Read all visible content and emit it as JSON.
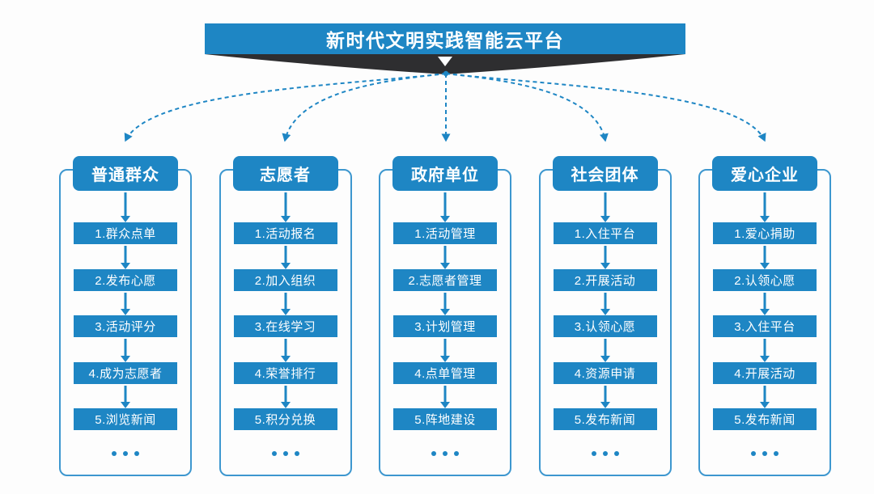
{
  "title_banner": {
    "label": "新时代文明实践智能云平台"
  },
  "columns": [
    {
      "header": "普通群众",
      "items": [
        "1.群众点单",
        "2.发布心愿",
        "3.活动评分",
        "4.成为志愿者",
        "5.浏览新闻"
      ]
    },
    {
      "header": "志愿者",
      "items": [
        "1.活动报名",
        "2.加入组织",
        "3.在线学习",
        "4.荣誉排行",
        "5.积分兑换"
      ]
    },
    {
      "header": "政府单位",
      "items": [
        "1.活动管理",
        "2.志愿者管理",
        "3.计划管理",
        "4.点单管理",
        "5.阵地建设"
      ]
    },
    {
      "header": "社会团体",
      "items": [
        "1.入住平台",
        "2.开展活动",
        "3.认领心愿",
        "4.资源申请",
        "5.发布新闻"
      ]
    },
    {
      "header": "爱心企业",
      "items": [
        "1.爱心捐助",
        "2.认领心愿",
        "3.入住平台",
        "4.开展活动",
        "5.发布新闻"
      ]
    }
  ],
  "icons": {
    "banner_pointer": "down-arrow",
    "column_more": "ellipsis-dots"
  },
  "colors": {
    "primary": "#1e86c4",
    "column_outline": "#3d97cf",
    "ribbon_dark": "#2e2e30",
    "background": "#fdfdfd",
    "text_on_primary": "#ffffff"
  }
}
